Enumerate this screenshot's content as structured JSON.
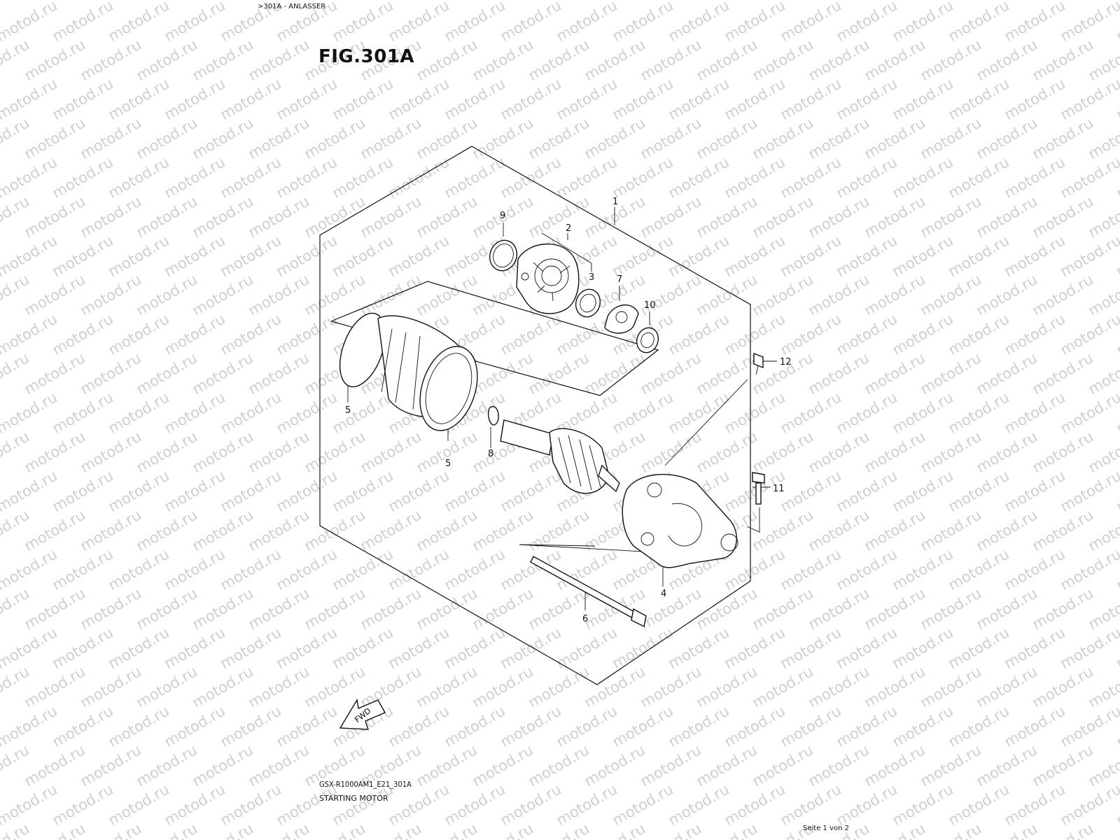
{
  "header": {
    "breadcrumb": ">301A - ANLASSER",
    "figure_title": "FIG.301A"
  },
  "watermark": {
    "text": "motod.ru"
  },
  "callouts": [
    "1",
    "2",
    "3",
    "4",
    "5",
    "5",
    "6",
    "7",
    "8",
    "9",
    "10",
    "11",
    "12"
  ],
  "fwd_label": "FWD",
  "footer": {
    "model_code": "GSX-R1000AM1_E21_301A",
    "model_name": "STARTING MOTOR",
    "page_number": "Seite 1 von 2"
  }
}
